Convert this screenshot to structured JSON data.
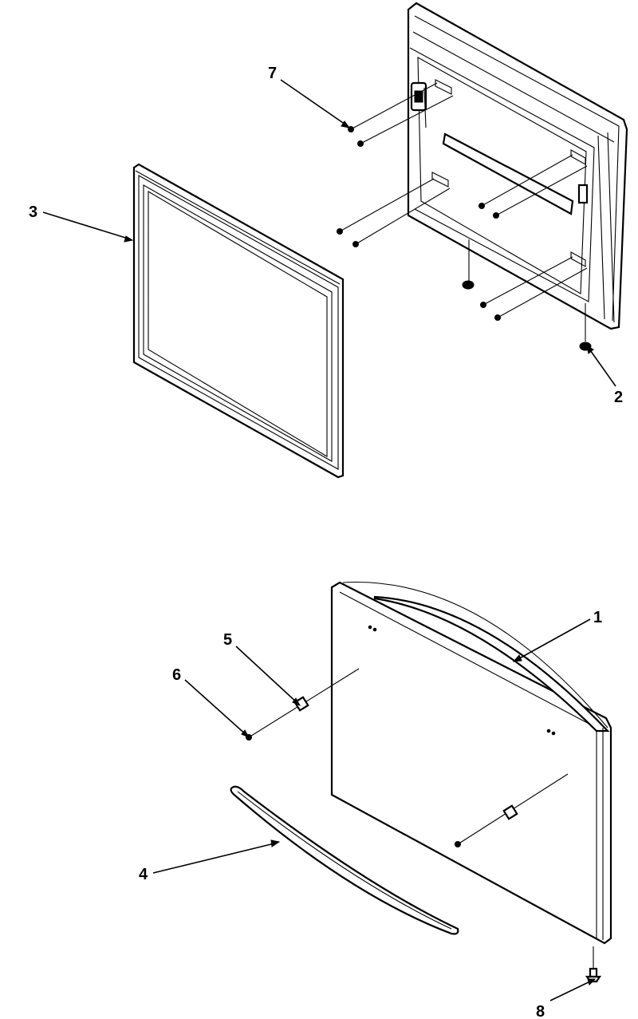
{
  "diagram": {
    "callouts": [
      {
        "id": "1",
        "label": "1"
      },
      {
        "id": "2",
        "label": "2"
      },
      {
        "id": "3",
        "label": "3"
      },
      {
        "id": "4",
        "label": "4"
      },
      {
        "id": "5",
        "label": "5"
      },
      {
        "id": "6",
        "label": "6"
      },
      {
        "id": "7",
        "label": "7"
      },
      {
        "id": "8",
        "label": "8"
      }
    ],
    "parts": [
      {
        "callout": "1",
        "part": "drawer-front-panel"
      },
      {
        "callout": "2",
        "part": "bumper"
      },
      {
        "callout": "3",
        "part": "door-gasket"
      },
      {
        "callout": "4",
        "part": "handle"
      },
      {
        "callout": "5",
        "part": "spacer"
      },
      {
        "callout": "6",
        "part": "screw"
      },
      {
        "callout": "7",
        "part": "screw"
      },
      {
        "callout": "8",
        "part": "bottom-screw"
      }
    ],
    "colors": {
      "line": "#000000",
      "background": "#ffffff"
    }
  }
}
